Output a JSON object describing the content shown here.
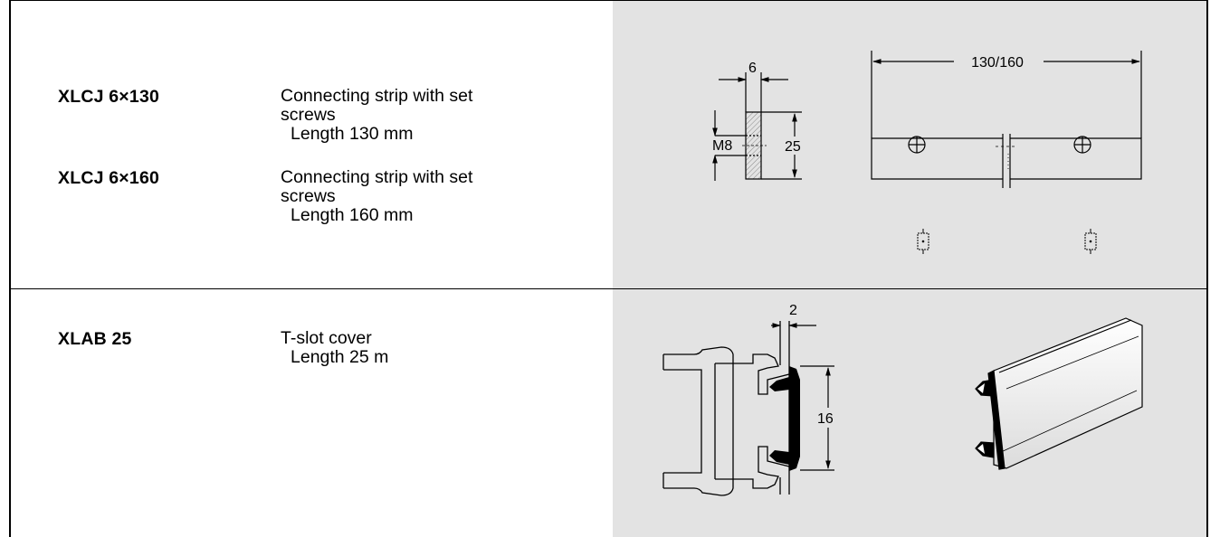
{
  "rows": [
    {
      "items": [
        {
          "code": "XLCJ 6×130",
          "desc_lines": [
            "Connecting strip with set",
            "screws"
          ],
          "length": "Length 130 mm"
        },
        {
          "code": "XLCJ 6×160",
          "desc_lines": [
            "Connecting strip with set",
            "screws"
          ],
          "length": "Length 160 mm"
        }
      ],
      "drawing": {
        "dim_width": "6",
        "dim_height": "25",
        "dim_thread": "M8",
        "dim_length": "130/160"
      }
    },
    {
      "items": [
        {
          "code": "XLAB 25",
          "desc_lines": [
            "T-slot cover"
          ],
          "length": "Length 25 m"
        }
      ],
      "drawing": {
        "dim_thickness": "2",
        "dim_height": "16"
      }
    }
  ]
}
